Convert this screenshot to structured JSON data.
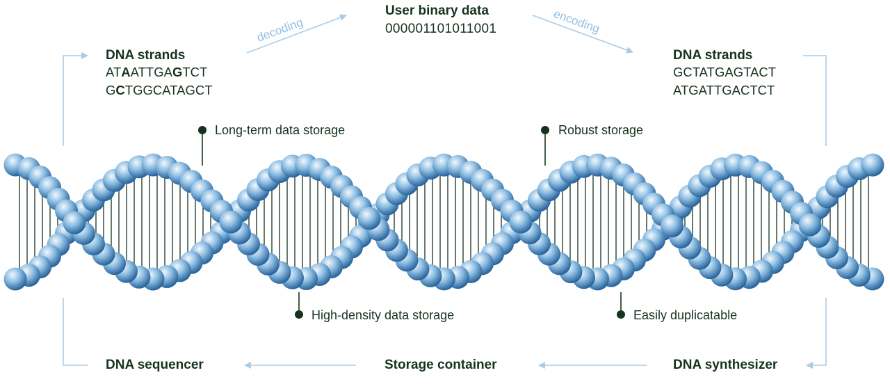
{
  "center": {
    "title": "User binary data",
    "binary": "000001101011001"
  },
  "arrows": {
    "decoding": "decoding",
    "encoding": "encoding"
  },
  "left_strands": {
    "title": "DNA strands",
    "line1": {
      "a": "AT",
      "b": "A",
      "c": "ATTGA",
      "d": "G",
      "e": "TCT"
    },
    "line2": {
      "a": "G",
      "b": "C",
      "c": "TGGCATAGCT"
    }
  },
  "right_strands": {
    "title": "DNA strands",
    "line1": "GCTATGAGTACT",
    "line2": "ATGATTGACTCT"
  },
  "callouts": {
    "long_term": "Long-term data storage",
    "robust": "Robust storage",
    "high_density": "High-density data storage",
    "duplicatable": "Easily duplicatable"
  },
  "bottom": {
    "sequencer": "DNA sequencer",
    "container": "Storage container",
    "synthesizer": "DNA synthesizer"
  },
  "colors": {
    "text": "#16331f",
    "arrow": "#a9cce8",
    "bead_light": "#eaf4fc",
    "bead_mid": "#7cb0d8",
    "bead_dark": "#1f5d95",
    "rung": "#16331f"
  }
}
